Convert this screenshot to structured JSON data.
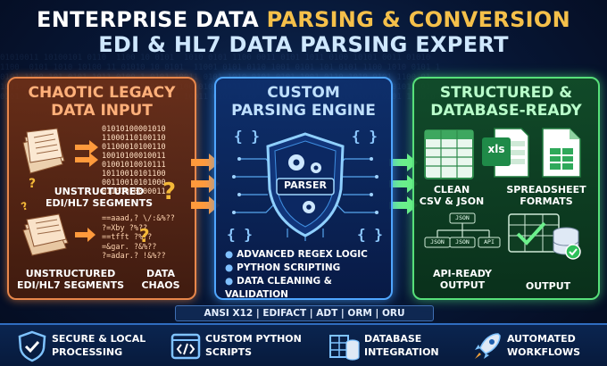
{
  "header": {
    "line1_white": "ENTERPRISE DATA",
    "line1_gold": "PARSING & CONVERSION",
    "line2": "EDI & HL7 DATA PARSING EXPERT"
  },
  "left_panel": {
    "title_l1": "CHAOTIC LEGACY",
    "title_l2": "DATA INPUT",
    "binary_lines": [
      "01010100001010",
      "11000110100110",
      "01100010100110",
      "10010100010011",
      "01001010010111",
      "10110010101100",
      "00110010101000",
      "01101010000011"
    ],
    "label1_l1": "UNSTRUCTURED",
    "label1_l2": "EDI/HL7 SEGMENTS",
    "noisy_lines": [
      "==aaad,? \\/:&%??",
      "?=Xby       ?%??",
      "==tfft     ?%??",
      "=&gar.    ?&%??",
      "?=adar.? !&%??"
    ],
    "label2_l1": "UNSTRUCTURED",
    "label2_l2": "EDI/HL7 SEGMENTS",
    "label3_l1": "DATA",
    "label3_l2": "CHAOS"
  },
  "mid_panel": {
    "title_l1": "CUSTOM",
    "title_l2": "PARSING ENGINE",
    "badge": "PARSER",
    "features": [
      "ADVANCED REGEX LOGIC",
      "PYTHON SCRIPTING",
      "DATA CLEANING & VALIDATION"
    ]
  },
  "right_panel": {
    "title_l1": "STRUCTURED &",
    "title_l2": "DATABASE-READY",
    "xls_label": "xls",
    "csv_l1": "CLEAN",
    "csv_l2": "CSV & JSON",
    "sheet_l1": "SPREADSHEET",
    "sheet_l2": "FORMATS",
    "json_nodes": [
      "JSON",
      "JSON",
      "JSON",
      "API"
    ],
    "api_l1": "API-READY",
    "api_l2": "OUTPUT",
    "db_label": "OUTPUT"
  },
  "tags": "ANSI X12 | EDIFACT | ADT | ORM | ORU",
  "bottom": [
    {
      "l1": "SECURE & LOCAL",
      "l2": "PROCESSING",
      "icon": "shield-check-icon"
    },
    {
      "l1": "CUSTOM PYTHON",
      "l2": "SCRIPTS",
      "icon": "code-window-icon"
    },
    {
      "l1": "DATABASE",
      "l2": "INTEGRATION",
      "icon": "database-grid-icon"
    },
    {
      "l1": "AUTOMATED",
      "l2": "WORKFLOWS",
      "icon": "rocket-icon"
    }
  ],
  "colors": {
    "gold": "#f5c04a",
    "orange": "#e8874b",
    "blue": "#4fa6ff",
    "green": "#57e07a",
    "navy": "#071634"
  }
}
